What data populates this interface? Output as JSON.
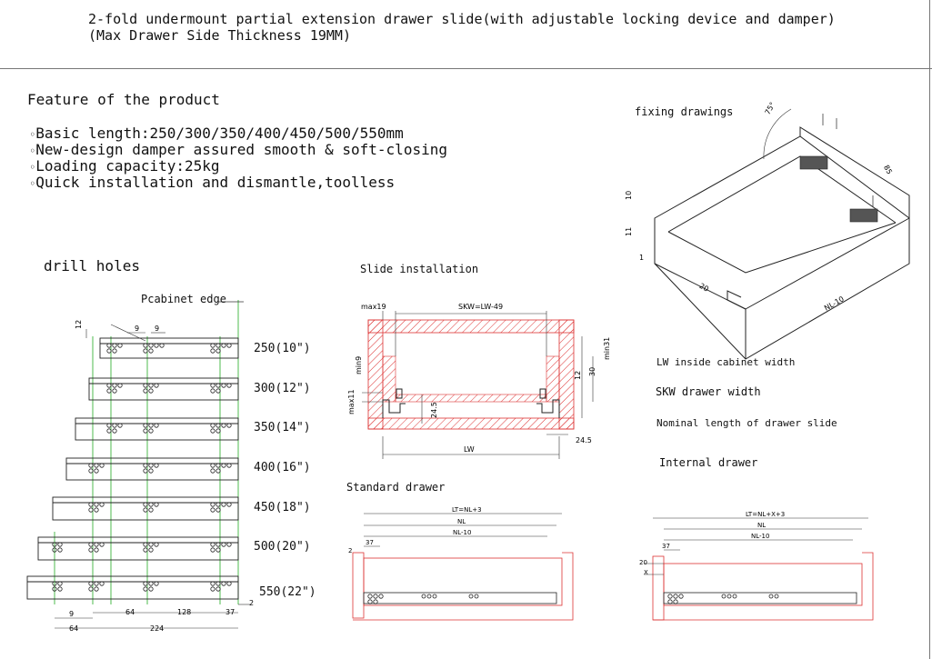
{
  "header": {
    "title_line1": "2-fold undermount partial extension drawer slide(with adjustable locking device and damper)",
    "title_line2": "(Max Drawer Side Thickness 19MM)"
  },
  "features": {
    "heading": "Feature of the product",
    "bullet_glyph": "◦",
    "items": [
      "Basic length:250/300/350/400/450/500/550mm",
      "New-design damper assured smooth & soft-closing",
      "Loading capacity:25kg",
      "Quick installation and dismantle,toolless"
    ]
  },
  "drill": {
    "heading": "drill holes",
    "edge_label": "Pcabinet edge",
    "sizes": [
      "250(10\")",
      "300(12\")",
      "350(14\")",
      "400(16\")",
      "450(18\")",
      "500(20\")",
      "550(22\")"
    ],
    "dims": {
      "d12": "12",
      "d9a": "9",
      "d9b": "9",
      "d9c": "9",
      "d64a": "64",
      "d128": "128",
      "d37": "37",
      "d2": "2",
      "d64b": "64",
      "d224": "224"
    }
  },
  "slide_install": {
    "heading": "Slide installation",
    "dims": {
      "max19": "max19",
      "skw": "SKW=LW-49",
      "min9": "min9",
      "max11": "max11",
      "d245a": "24.5",
      "lw": "LW",
      "min31": "min31",
      "d30": "30",
      "d12": "12",
      "d245b": "24.5"
    }
  },
  "fixing": {
    "heading": "fixing  drawings",
    "dims": {
      "angle": "75°",
      "d85": "85",
      "d10": "10",
      "d11": "11",
      "d1": "1",
      "d20": "20",
      "nl10": "NL-10"
    }
  },
  "legend": {
    "lw": "LW inside cabinet width",
    "skw": "SKW drawer width",
    "nl": "Nominal length of drawer slide",
    "internal": "Internal drawer"
  },
  "standard_drawer": {
    "heading": "Standard drawer",
    "dims": {
      "lt": "LT=NL+3",
      "nl": "NL",
      "nl10": "NL-10",
      "d37": "37",
      "d2": "2"
    }
  },
  "internal_drawer": {
    "dims": {
      "lt": "LT=NL+X+3",
      "nl": "NL",
      "nl10": "NL-10",
      "d37": "37",
      "d20": "20",
      "x": "X"
    }
  }
}
